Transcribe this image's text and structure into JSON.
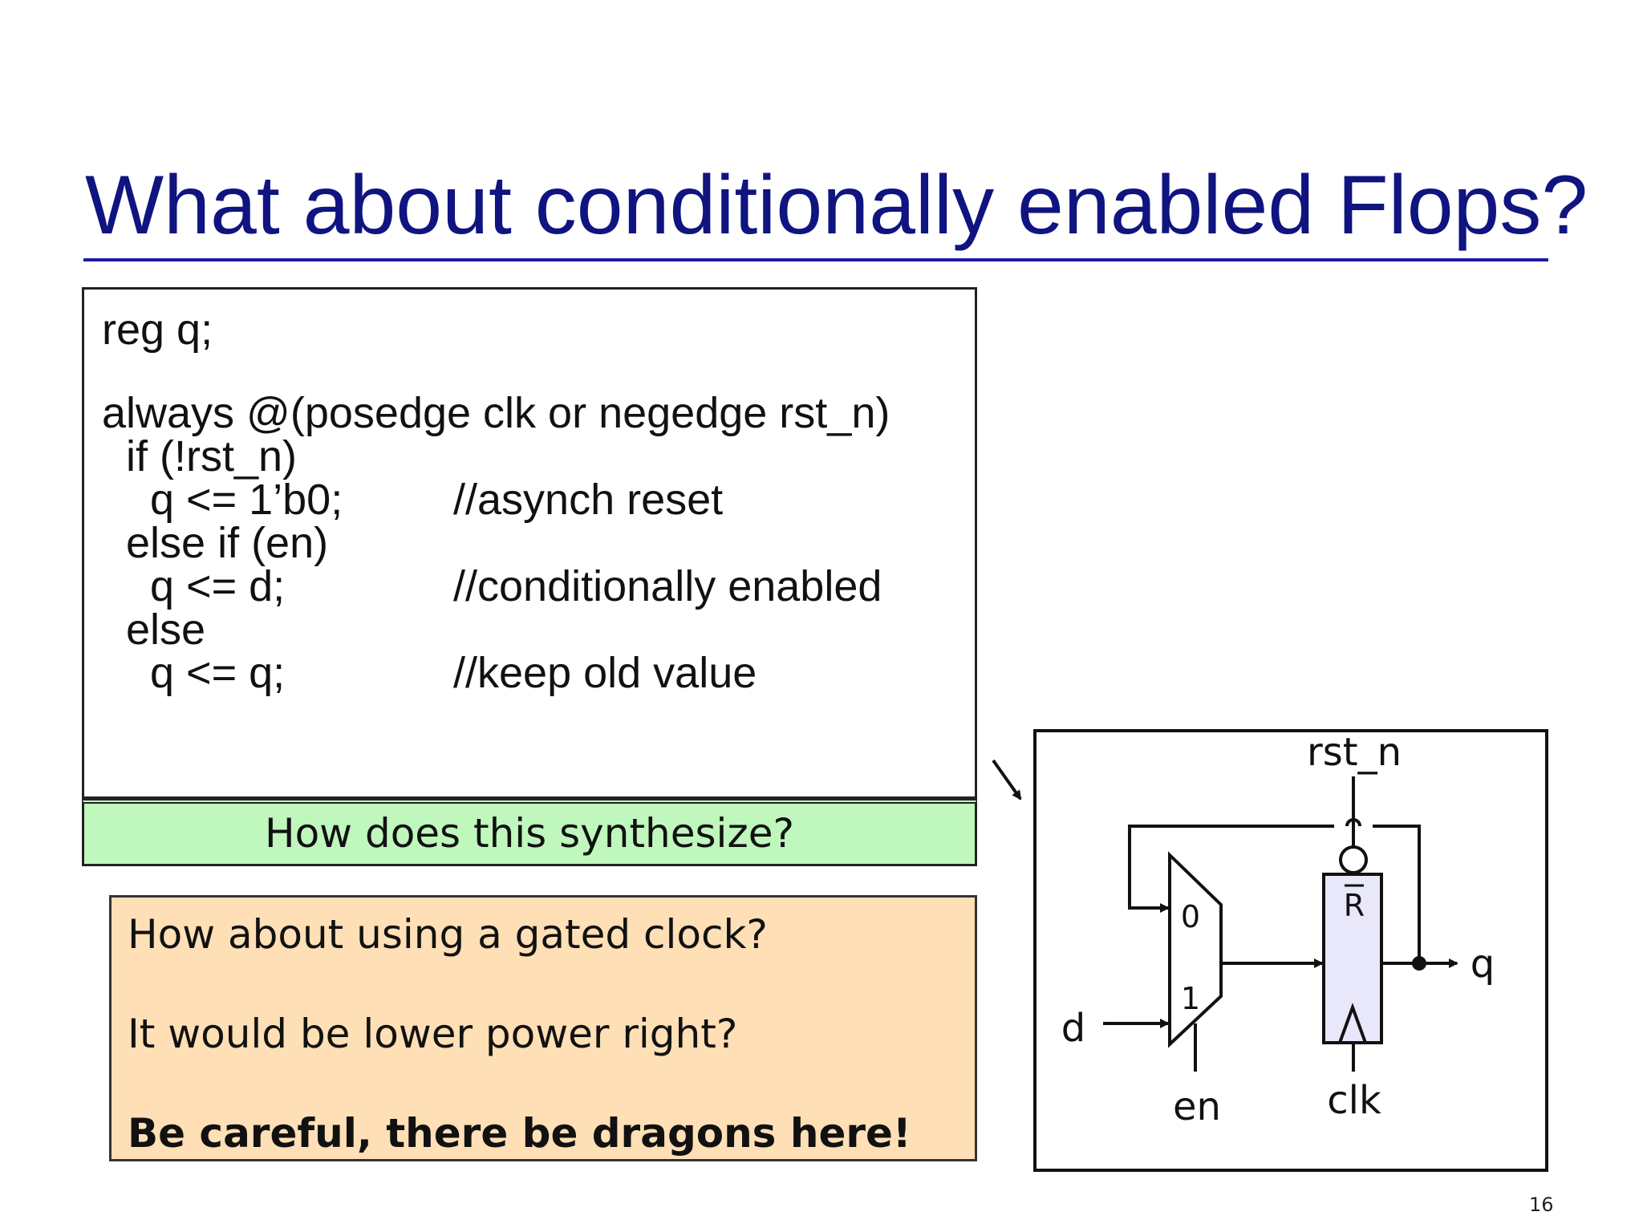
{
  "slide": {
    "title": "What about conditionally enabled Flops?",
    "page_number": "16"
  },
  "code": {
    "lines": [
      {
        "code": "reg q;",
        "comment": ""
      },
      {
        "code": "",
        "comment": ""
      },
      {
        "code": "always @(posedge clk or negedge rst_n)",
        "comment": ""
      },
      {
        "code": "  if (!rst_n)",
        "comment": ""
      },
      {
        "code": "    q <= 1’b0;",
        "comment": "//asynch reset"
      },
      {
        "code": "  else if (en)",
        "comment": ""
      },
      {
        "code": "    q <= d;",
        "comment": "//conditionally enabled"
      },
      {
        "code": "  else",
        "comment": ""
      },
      {
        "code": "    q <= q;",
        "comment": "//keep old value"
      }
    ]
  },
  "synth_question": "How does this synthesize?",
  "note": {
    "line1": "How about using a gated clock?",
    "line2": "It would be lower power right?",
    "line3": "Be careful, there be dragons here!"
  },
  "diagram": {
    "label_rst_n": "rst_n",
    "label_mux_0": "0",
    "label_mux_1": "1",
    "label_d": "d",
    "label_en": "en",
    "label_clk": "clk",
    "label_q": "q",
    "label_R": "R",
    "colors": {
      "flop_fill": "#e8e8fa",
      "line": "#111111"
    }
  }
}
